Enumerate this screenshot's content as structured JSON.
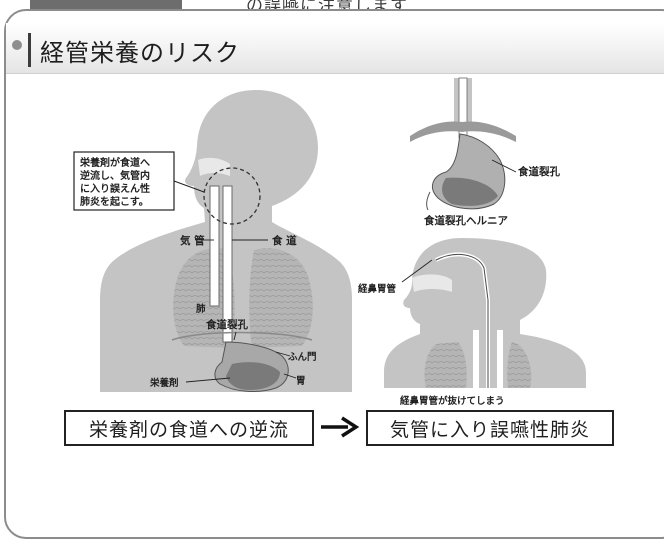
{
  "header": {
    "top_text": "の誤嚥に注意します",
    "title": "経管栄養のリスク"
  },
  "diagram": {
    "callout_lines": [
      "栄養剤が食道へ",
      "逆流し、気管内",
      "に入り誤えん性",
      "肺炎を起こす。"
    ],
    "labels": {
      "trachea": "気 管",
      "esophagus": "食 道",
      "lung": "肺",
      "hiatus_main": "食道裂孔",
      "pylorus": "ふん門",
      "stomach": "胃",
      "nutrient": "栄養剤",
      "hiatus_side": "食道裂孔",
      "hiatal_hernia": "食道裂孔ヘルニア",
      "ng_tube": "経鼻胃管",
      "ng_tube_out": "経鼻胃管が抜けてしまう"
    },
    "colors": {
      "body": "#c4c4c4",
      "organ": "#b2b2b2",
      "dark": "#7a7a7a",
      "line": "#222222"
    }
  },
  "flow": {
    "left_box": "栄養剤の食道への逆流",
    "right_box": "気管に入り誤嚥性肺炎"
  }
}
